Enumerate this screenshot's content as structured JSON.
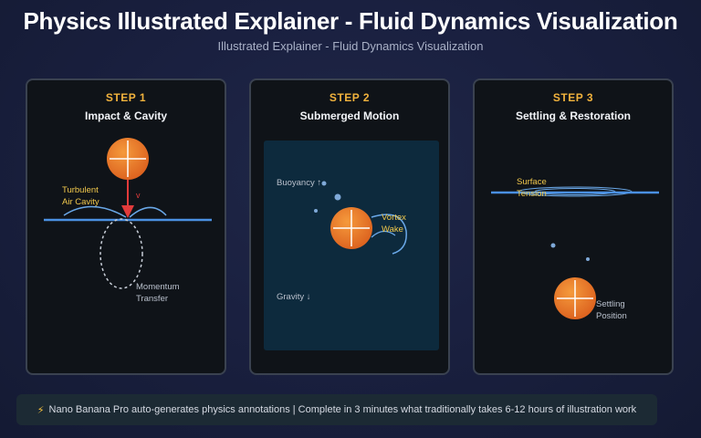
{
  "header": {
    "title": "Physics Illustrated Explainer - Fluid Dynamics Visualization",
    "subtitle": "Illustrated Explainer - Fluid Dynamics Visualization"
  },
  "steps": [
    {
      "label": "STEP 1",
      "title": "Impact & Cavity",
      "annotations": {
        "cavity": "Turbulent\nAir Cavity",
        "velocity": "v",
        "momentum": "Momentum\nTransfer"
      }
    },
    {
      "label": "STEP 2",
      "title": "Submerged Motion",
      "annotations": {
        "buoyancy": "Buoyancy ↑",
        "vortex": "Vortex\nWake",
        "gravity": "Gravity ↓"
      }
    },
    {
      "label": "STEP 3",
      "title": "Settling & Restoration",
      "annotations": {
        "surface": "Surface\nTension",
        "settling": "Settling\nPosition"
      }
    }
  ],
  "footer": {
    "icon": "lightning-icon",
    "text": "Nano Banana Pro auto-generates physics annotations | Complete in 3 minutes what traditionally takes 6-12 hours of illustration work"
  },
  "colors": {
    "accent": "#f2b33d",
    "ball": "#e8782a",
    "water_line": "#4a90e2",
    "velocity_arrow": "#e23b3b"
  }
}
